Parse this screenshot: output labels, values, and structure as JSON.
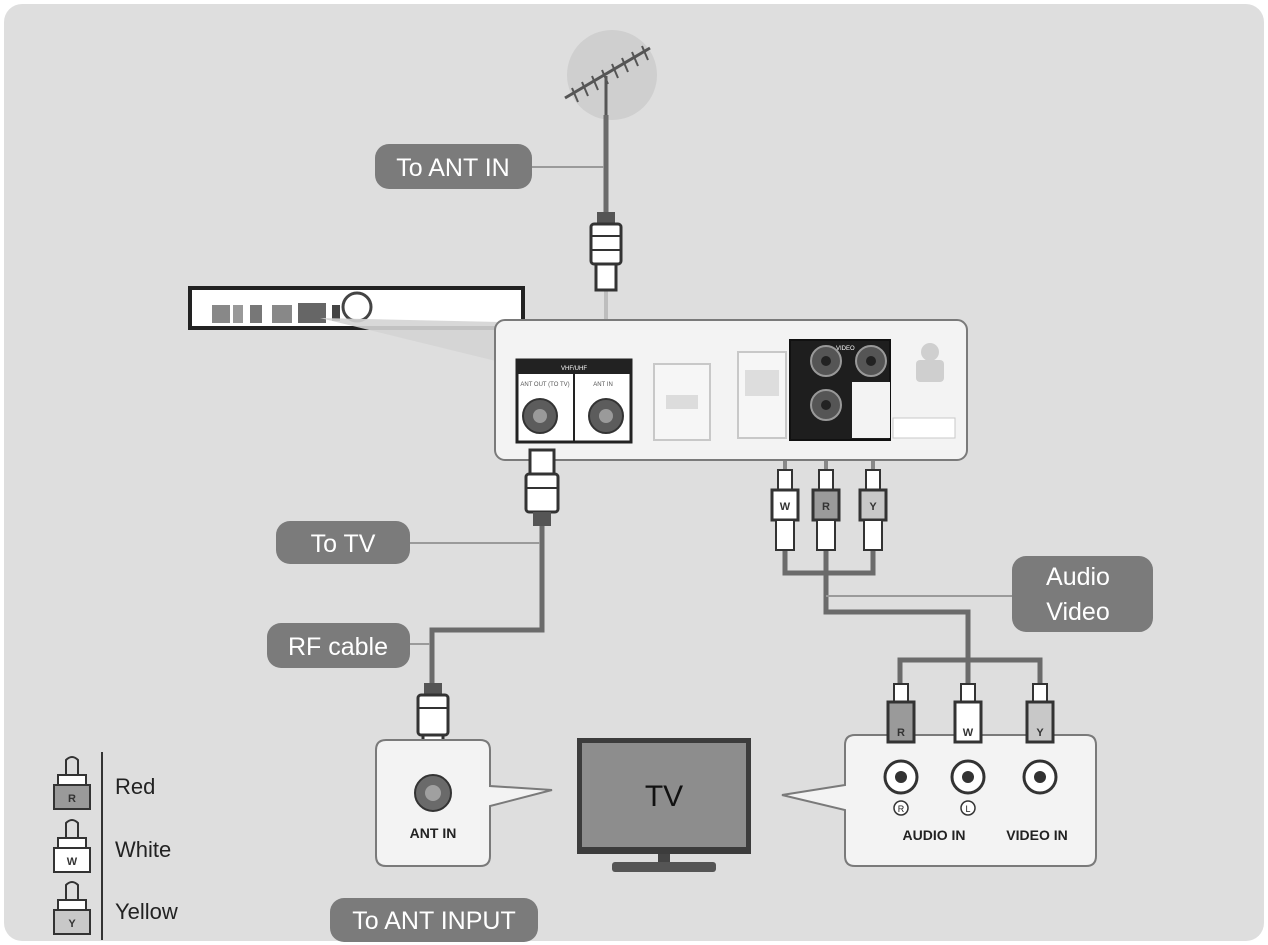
{
  "labels": {
    "to_ant_in": "To ANT IN",
    "to_tv": "To TV",
    "rf_cable": "RF cable",
    "audio_video_line1": "Audio",
    "audio_video_line2": "Video",
    "to_ant_input": "To ANT INPUT"
  },
  "device_panel": {
    "section_title": "VHF/UHF",
    "ant_out_label": "ANT OUT (TO TV)",
    "ant_in_label": "ANT IN",
    "video_label": "VIDEO"
  },
  "plugs": {
    "white": "W",
    "red": "R",
    "yellow": "Y"
  },
  "tv": {
    "label": "TV",
    "ant_port": "ANT IN",
    "audio_port": "AUDIO IN",
    "video_port": "VIDEO IN",
    "right_mark": "R",
    "left_mark": "L"
  },
  "legend": [
    {
      "letter": "R",
      "name": "Red"
    },
    {
      "letter": "W",
      "name": "White"
    },
    {
      "letter": "Y",
      "name": "Yellow"
    }
  ],
  "colors": {
    "background": "#dedede",
    "label_pill": "#7b7b7b",
    "cable": "#6b6b6b",
    "panel": "#f3f3f3"
  }
}
